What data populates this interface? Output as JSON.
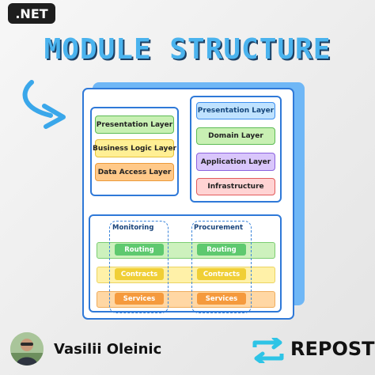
{
  "badge": ".NET",
  "title": "MODULE STRUCTURE",
  "left_layers": [
    "Presentation Layer",
    "Business Logic Layer",
    "Data Access Layer"
  ],
  "right_layers": [
    "Presentation Layer",
    "Domain Layer",
    "Application Layer",
    "Infrastructure"
  ],
  "modules": [
    {
      "name": "Monitoring",
      "items": [
        "Routing",
        "Contracts",
        "Services"
      ]
    },
    {
      "name": "Procurement",
      "items": [
        "Routing",
        "Contracts",
        "Services"
      ]
    }
  ],
  "author": {
    "name": "Vasilii Oleinic"
  },
  "repost": {
    "label": "REPOST"
  },
  "colors": {
    "title": "#4ab3ee",
    "frame": "#2f79d8",
    "green": "#5ec96f",
    "yellow": "#f0cf36",
    "orange": "#f59a3d",
    "repost_icon": "#2ec4e6"
  },
  "icons": [
    "curved-arrow-icon",
    "repost-icon",
    "avatar"
  ]
}
